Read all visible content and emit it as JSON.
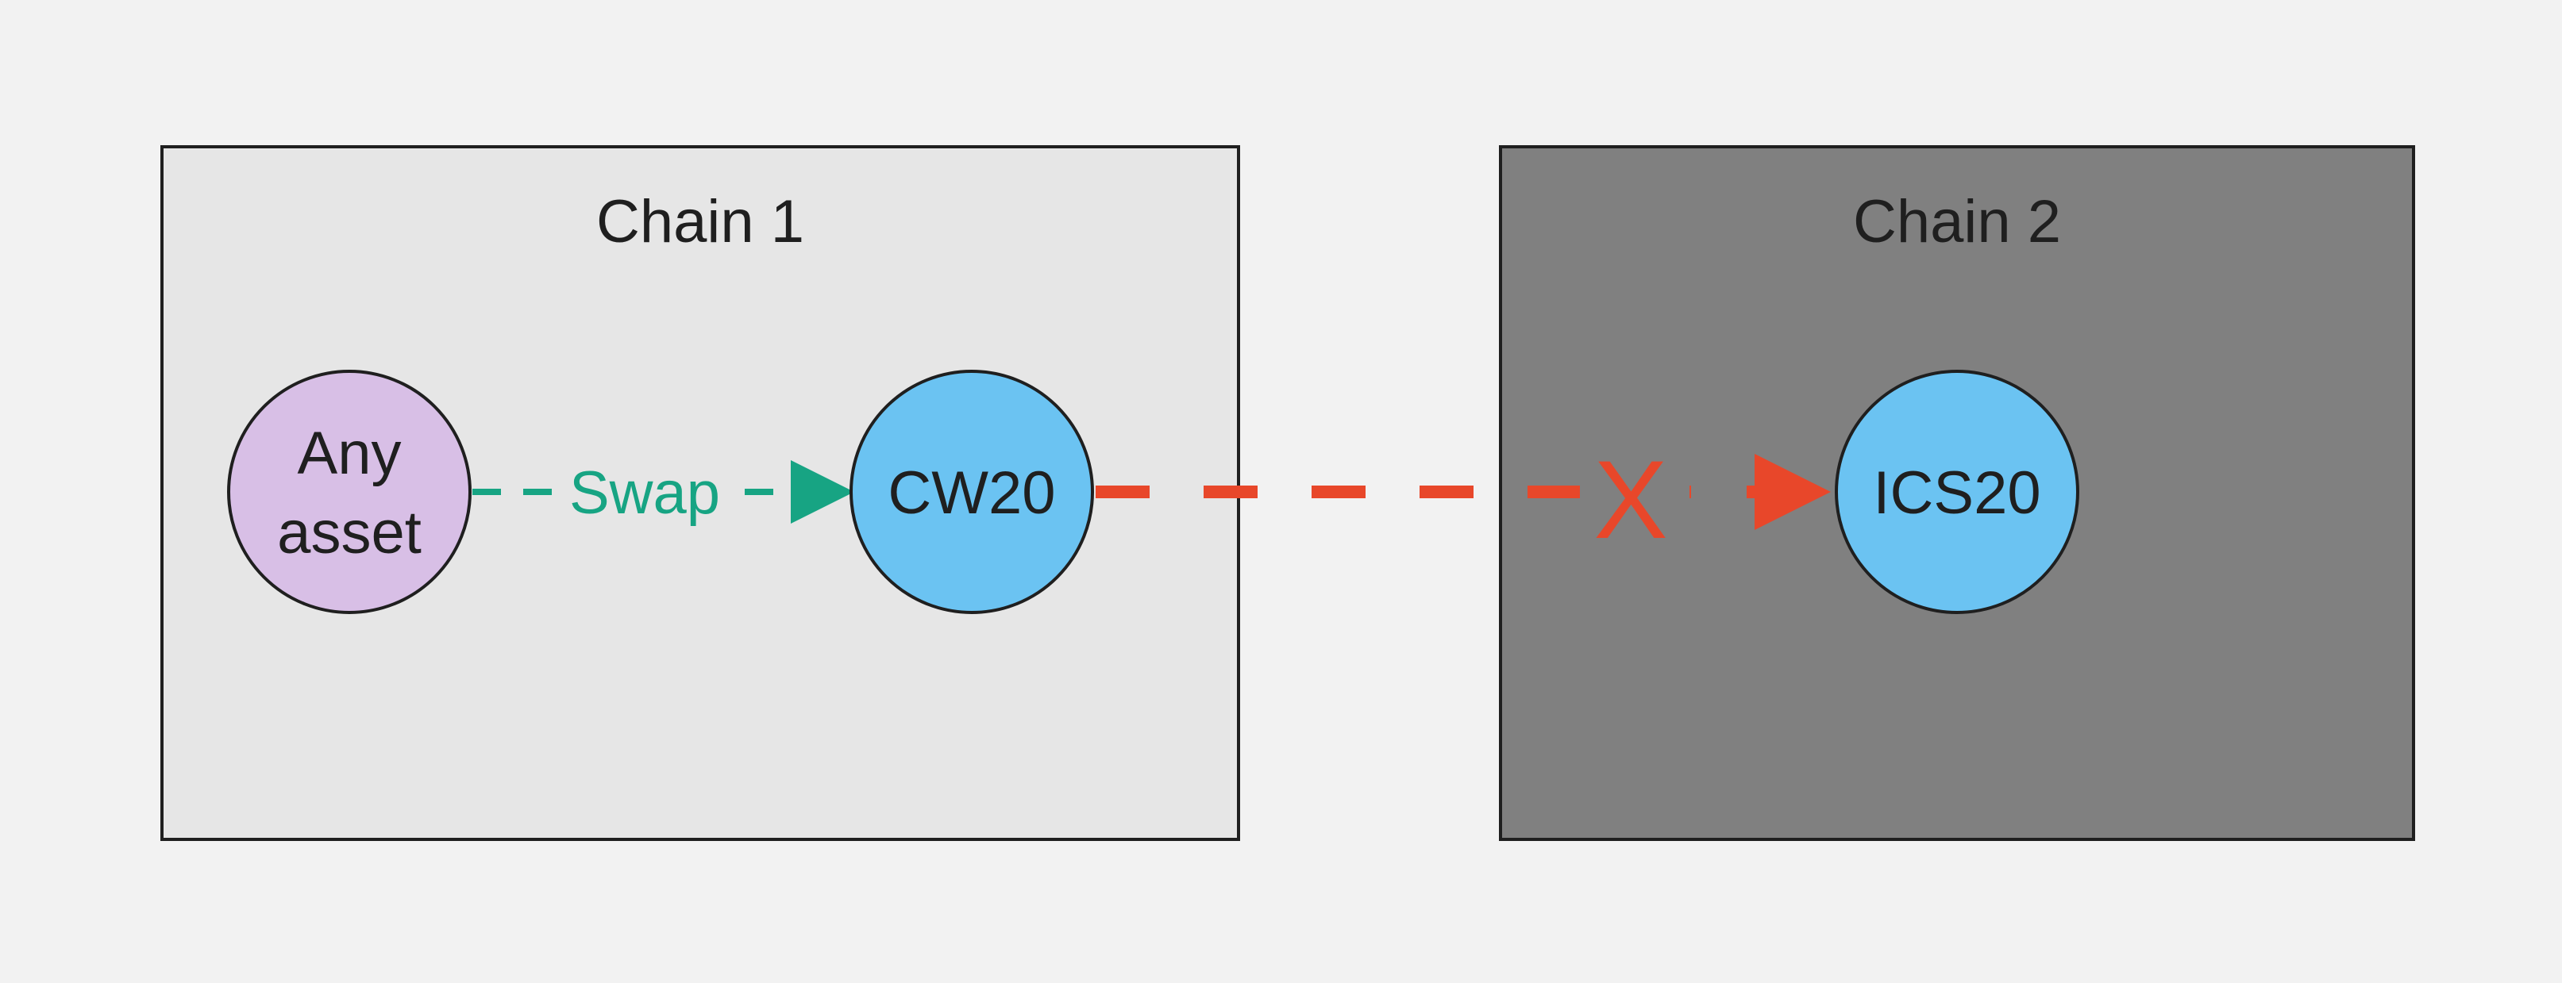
{
  "chains": [
    {
      "title": "Chain 1",
      "fill": "#e6e6e6"
    },
    {
      "title": "Chain 2",
      "fill": "#808080"
    }
  ],
  "nodes": {
    "any_asset": {
      "line1": "Any",
      "line2": "asset",
      "fill": "#d8bfe6"
    },
    "cw20": {
      "label": "CW20",
      "fill": "#6bc3f2"
    },
    "ics20": {
      "label": "ICS20",
      "fill": "#6bc3f2"
    }
  },
  "edges": {
    "swap": {
      "label": "Swap",
      "color": "#17a483",
      "style": "dashed"
    },
    "blocked": {
      "mark": "X",
      "color": "#e8472a",
      "style": "dashed"
    }
  },
  "colors": {
    "background": "#f2f2f2",
    "outline": "#1f1f1f"
  }
}
